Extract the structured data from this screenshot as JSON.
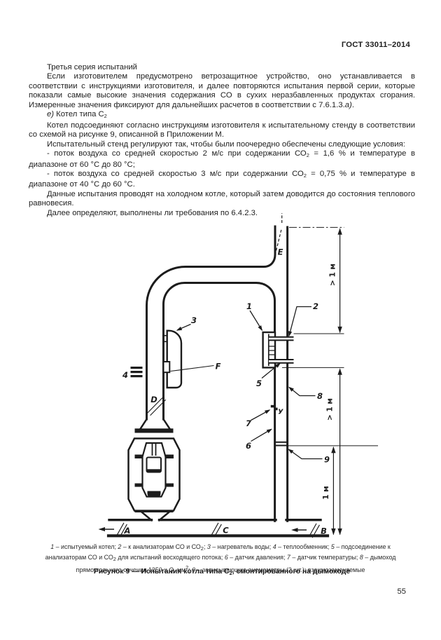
{
  "page": {
    "header": "ГОСТ 33011–2014",
    "number": "55"
  },
  "document": {
    "paragraphs": [
      [
        {
          "t": "Третья серия испытаний"
        }
      ],
      [
        {
          "t": "Если изготовителем предусмотрено ветрозащитное устройство, оно устанавливается в соответствии с инструкциями изготовителя, и далее повторяются испытания первой серии, которые показали самые высокие значения содержания СО в сухих неразбавленных продуктах сгорания. Измеренные значения фиксируют для дальнейших расчетов в соответствии с 7.6.1.3."
        },
        {
          "t": "а)",
          "i": true
        },
        {
          "t": "."
        }
      ],
      [
        {
          "t": "е)",
          "i": true
        },
        {
          "t": " Котел типа С"
        },
        {
          "t": "2",
          "sub": true
        }
      ],
      [
        {
          "t": "Котел подсоединяют согласно инструкциям изготовителя к испытательному стенду в соответствии со схемой на рисунке 9, описанной в Приложении М."
        }
      ],
      [
        {
          "t": "Испытательный стенд регулируют так, чтобы были поочередно обеспечены следующие условия:"
        }
      ],
      [
        {
          "t": "- поток воздуха со средней скоростью 2 м/с при содержании СО"
        },
        {
          "t": "2",
          "sub": true
        },
        {
          "t": " = 1,6 % и температуре в диапазоне от 60 °С до 80 °С;"
        }
      ],
      [
        {
          "t": "- поток воздуха со средней скоростью 3 м/с при содержании СО"
        },
        {
          "t": "2",
          "sub": true
        },
        {
          "t": " = 0,75 % и температуре в диапазоне от 40 °С до 60 °С."
        }
      ],
      [
        {
          "t": "Данные испытания проводят на холодном котле, который затем доводится до состояния теплового равновесия."
        }
      ],
      [
        {
          "t": "Далее определяют, выполнены ли требования по 6.4.2.3."
        }
      ]
    ]
  },
  "figure": {
    "labels": {
      "n1": "1",
      "n2": "2",
      "n3": "3",
      "n4": "4",
      "n5": "5",
      "n6": "6",
      "n7": "7",
      "n8": "8",
      "n9": "9",
      "A": "A",
      "B": "B",
      "C": "C",
      "D": "D",
      "E": "E",
      "F": "F",
      "U": "У"
    },
    "dimensions": {
      "d1": "> 1 м",
      "d2": "> 1 м",
      "d3": "1 м"
    },
    "legend_lines": [
      [
        {
          "t": "1",
          "i": true
        },
        {
          "t": " – испытуемый котел; "
        },
        {
          "t": "2",
          "i": true
        },
        {
          "t": " – к анализаторам СО и СО"
        },
        {
          "t": "2",
          "sub": true
        },
        {
          "t": "; "
        },
        {
          "t": "3",
          "i": true
        },
        {
          "t": " – нагреватель воды; "
        },
        {
          "t": "4",
          "i": true
        },
        {
          "t": " – теплообменник; "
        },
        {
          "t": "5",
          "i": true
        },
        {
          "t": " – подсоединение к"
        }
      ],
      [
        {
          "t": "анализаторам СО и СО"
        },
        {
          "t": "2",
          "sub": true
        },
        {
          "t": " для испытаний восходящего потока; "
        },
        {
          "t": "6",
          "i": true
        },
        {
          "t": " – датчик давления; "
        },
        {
          "t": "7",
          "i": true
        },
        {
          "t": " – датчик температуры; "
        },
        {
          "t": "8",
          "i": true
        },
        {
          "t": " – дымоход"
        }
      ],
      [
        {
          "t": "прямоугольного сечения 1250 х "
        },
        {
          "t": "Q",
          "i": true
        },
        {
          "t": ", мм"
        },
        {
          "t": "2",
          "sup": true
        },
        {
          "t": "; "
        },
        {
          "t": "9",
          "i": true
        },
        {
          "t": " – записывающие анемометры (2 шт.); взаимозаменяемые"
        }
      ]
    ],
    "caption": [
      {
        "t": "Рисунок 9 — Испытания котла типа С"
      },
      {
        "t": "2",
        "sub": true
      },
      {
        "t": ", смонтированного на дымоходе"
      }
    ]
  }
}
